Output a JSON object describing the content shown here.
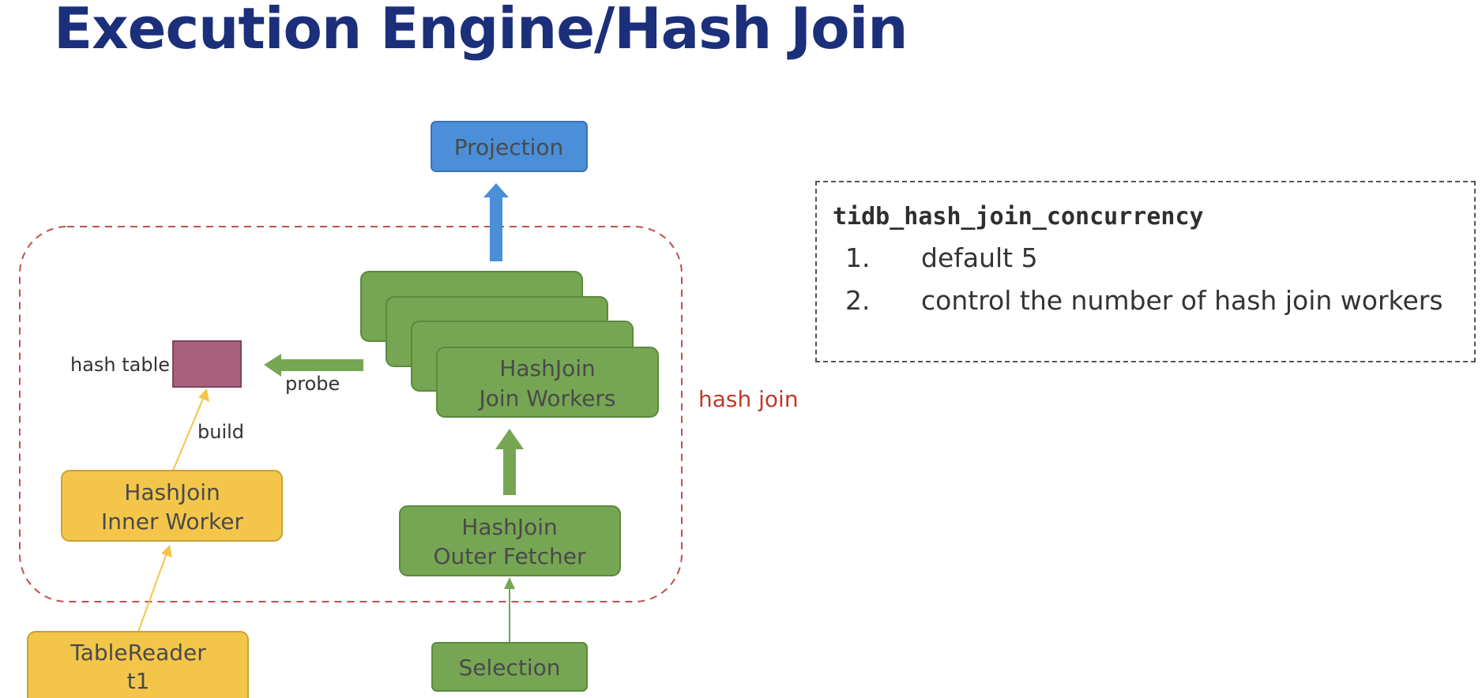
{
  "title": "Execution Engine/Hash Join",
  "diagram": {
    "nodes": {
      "projection": "Projection",
      "join_workers": [
        "HashJoin",
        "Join Workers"
      ],
      "outer_fetcher": [
        "HashJoin",
        "Outer Fetcher"
      ],
      "inner_worker": [
        "HashJoin",
        "Inner Worker"
      ],
      "table_reader": [
        "TableReader",
        "t1"
      ],
      "selection": "Selection"
    },
    "labels": {
      "hash_table": "hash table",
      "probe": "probe",
      "build": "build",
      "hash_join": "hash join"
    },
    "colors": {
      "blue": "#4a8fd8",
      "green": "#76a653",
      "yellow": "#f3c64a",
      "hash_table": "#a8607c",
      "dashed_region": "#c0504d"
    }
  },
  "parameter": {
    "name": "tidb_hash_join_concurrency",
    "items": [
      {
        "num": "1.",
        "text": "default 5"
      },
      {
        "num": "2.",
        "text": "control the number of hash join workers"
      }
    ]
  }
}
